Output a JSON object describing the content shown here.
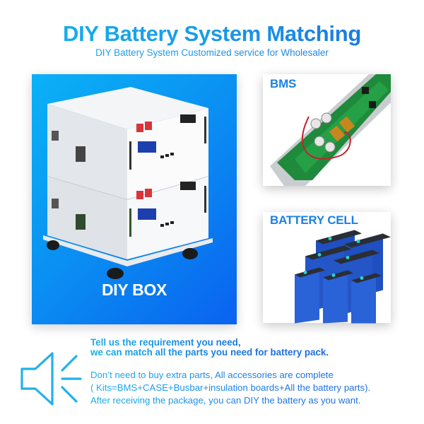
{
  "header": {
    "title": "DIY Battery System Matching",
    "subtitle": "DIY Battery System Customized service for Wholesaler"
  },
  "panels": {
    "diy_box": {
      "label": "DIY BOX",
      "image": "white-stacked-battery-cabinet-on-wheels",
      "background_gradient": [
        "#0bb2f6",
        "#0a62ef"
      ]
    },
    "bms": {
      "label": "BMS",
      "image": "green-bms-circuit-board"
    },
    "battery_cell": {
      "label": "BATTERY CELL",
      "image": "blue-prismatic-lifepo4-cells"
    }
  },
  "footer": {
    "icon": "speaker-icon",
    "bold_lines": [
      "Tell us the requirement you need,",
      "we can match all the parts you need for battery pack."
    ],
    "lines": [
      "Don’t need to buy extra parts, All accessories are complete",
      "( Kits=BMS+CASE+Busbar+insulation boards+All the battery parts).",
      "After receiving the package, you can DIY the battery as you want."
    ]
  },
  "colors": {
    "accent_cyan": "#16b0ec",
    "accent_blue": "#1a6ee0",
    "label_blue": "#1c80e2"
  }
}
